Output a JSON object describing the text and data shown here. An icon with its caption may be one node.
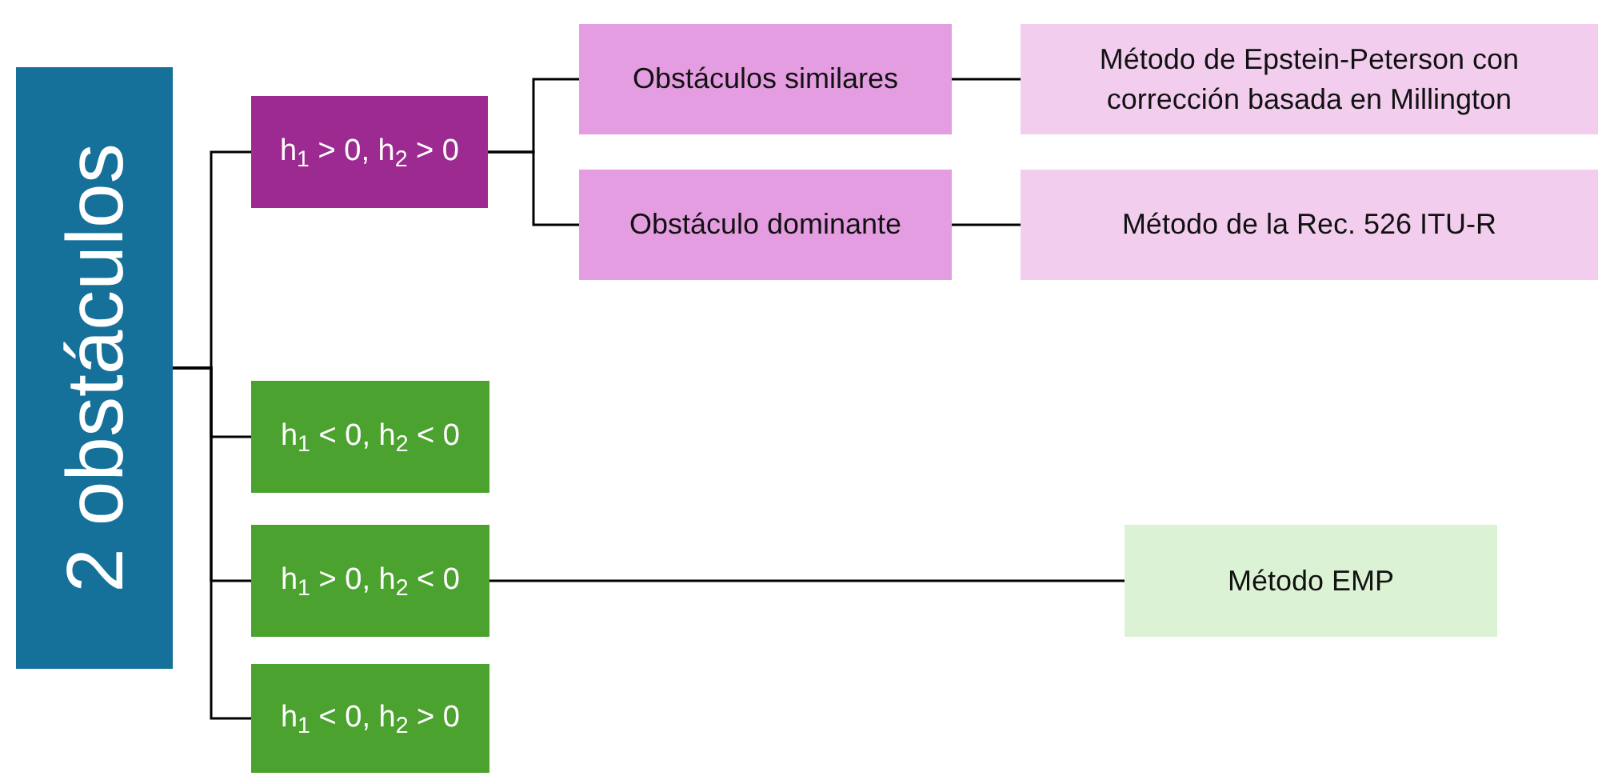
{
  "diagram": {
    "nodes": [
      {
        "text": [
          "2 obstáculos"
        ]
      },
      {
        "text": [
          "h$_{1}$ > 0, h$_{2}$ > 0"
        ]
      },
      {
        "text": [
          "Obstáculos similares"
        ]
      },
      {
        "text": [
          "Obstáculo dominante"
        ]
      },
      {
        "text": [
          "Método de Epstein-Peterson con corrección basada en Millington"
        ]
      },
      {
        "text": [
          "Método de la Rec. 526 ITU-R"
        ]
      },
      {
        "text": [
          "h$_{1}$ < 0, h$_{2}$ < 0"
        ]
      },
      {
        "text": [
          "h$_{1}$ > 0, h$_{2}$ < 0"
        ]
      },
      {
        "text": [
          "h$_{1}$ < 0, h$_{2}$ > 0"
        ]
      },
      {
        "text": [
          "Método EMP"
        ]
      }
    ],
    "edges": [
      {
        "from": 0,
        "to": 1,
        "arrow": "none"
      },
      {
        "from": 0,
        "to": 6,
        "arrow": "none"
      },
      {
        "from": 0,
        "to": 7,
        "arrow": "none"
      },
      {
        "from": 0,
        "to": 8,
        "arrow": "none"
      },
      {
        "from": 1,
        "to": 2,
        "arrow": "none"
      },
      {
        "from": 1,
        "to": 3,
        "arrow": "none"
      },
      {
        "from": 2,
        "to": 4,
        "arrow": "none"
      },
      {
        "from": 3,
        "to": 5,
        "arrow": "none"
      },
      {
        "from": 7,
        "to": 9,
        "arrow": "none"
      }
    ]
  }
}
